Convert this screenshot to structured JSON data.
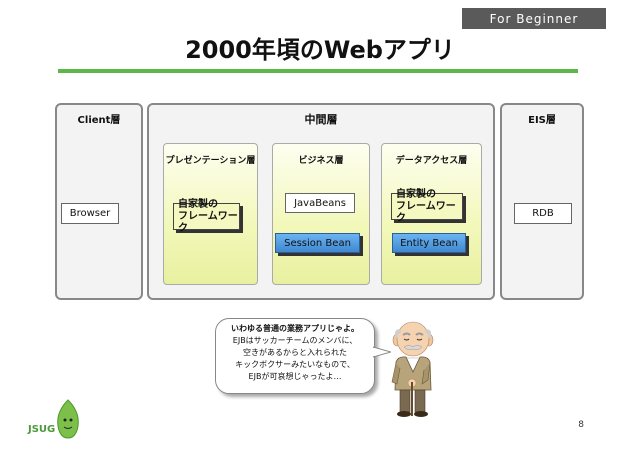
{
  "header": {
    "badge": "For Beginner",
    "title": "2000年頃のWebアプリ"
  },
  "tiers": {
    "client": "Client層",
    "middle": "中間層",
    "eis": "EIS層"
  },
  "panels": {
    "presentation": "プレゼンテーション層",
    "business": "ビジネス層",
    "data_access": "データアクセス層"
  },
  "boxes": {
    "browser": "Browser",
    "rdb": "RDB",
    "javabeans": "JavaBeans",
    "session_bean": "Session Bean",
    "entity_bean": "Entity Bean",
    "framework_left": [
      "自家製の",
      "フレームワーク"
    ],
    "framework_right": [
      "自家製の",
      "フレームワーク"
    ]
  },
  "speech": [
    "いわゆる普通の業務アプリじゃよ。",
    "EJBはサッカーチームのメンバに、",
    "空きがあるからと入れられた",
    "キックボクサーみたいなもので、",
    "EJBが可哀想じゃったよ…"
  ],
  "footer": {
    "page_number": "8",
    "logo": "JSUG"
  },
  "colors": {
    "accent_green": "#5db84a",
    "bean_blue": "#4f9ae0",
    "panel_yellow": "#f2f8b8"
  }
}
